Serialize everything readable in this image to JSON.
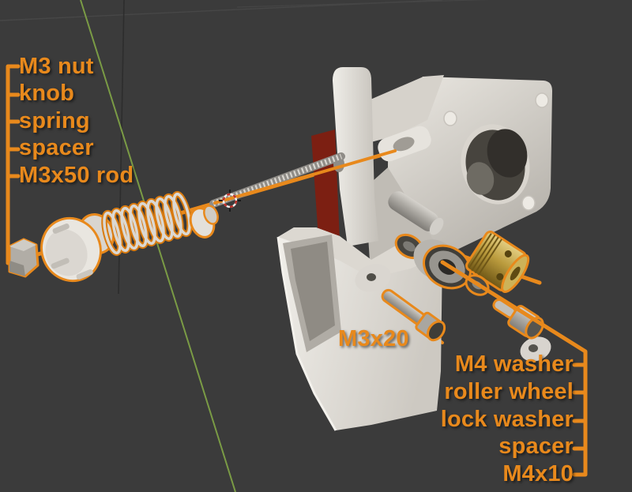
{
  "viewport": {
    "name": "blender-3d-viewport",
    "background_color": "#3b3b3b",
    "annotation_color": "#e8891c",
    "green_axis_color": "#7a9b45",
    "body_color": "#e9e6e0",
    "brass_color": "#c3a851",
    "red_lever_color": "#7c1f12"
  },
  "labels": {
    "left_group": {
      "items": [
        "M3 nut",
        "knob",
        "spring",
        "spacer",
        "M3x50 rod"
      ]
    },
    "middle": {
      "text": "M3x20"
    },
    "right_group": {
      "items": [
        "M4 washer",
        "roller wheel",
        "lock washer",
        "spacer",
        "M4x10"
      ]
    }
  }
}
